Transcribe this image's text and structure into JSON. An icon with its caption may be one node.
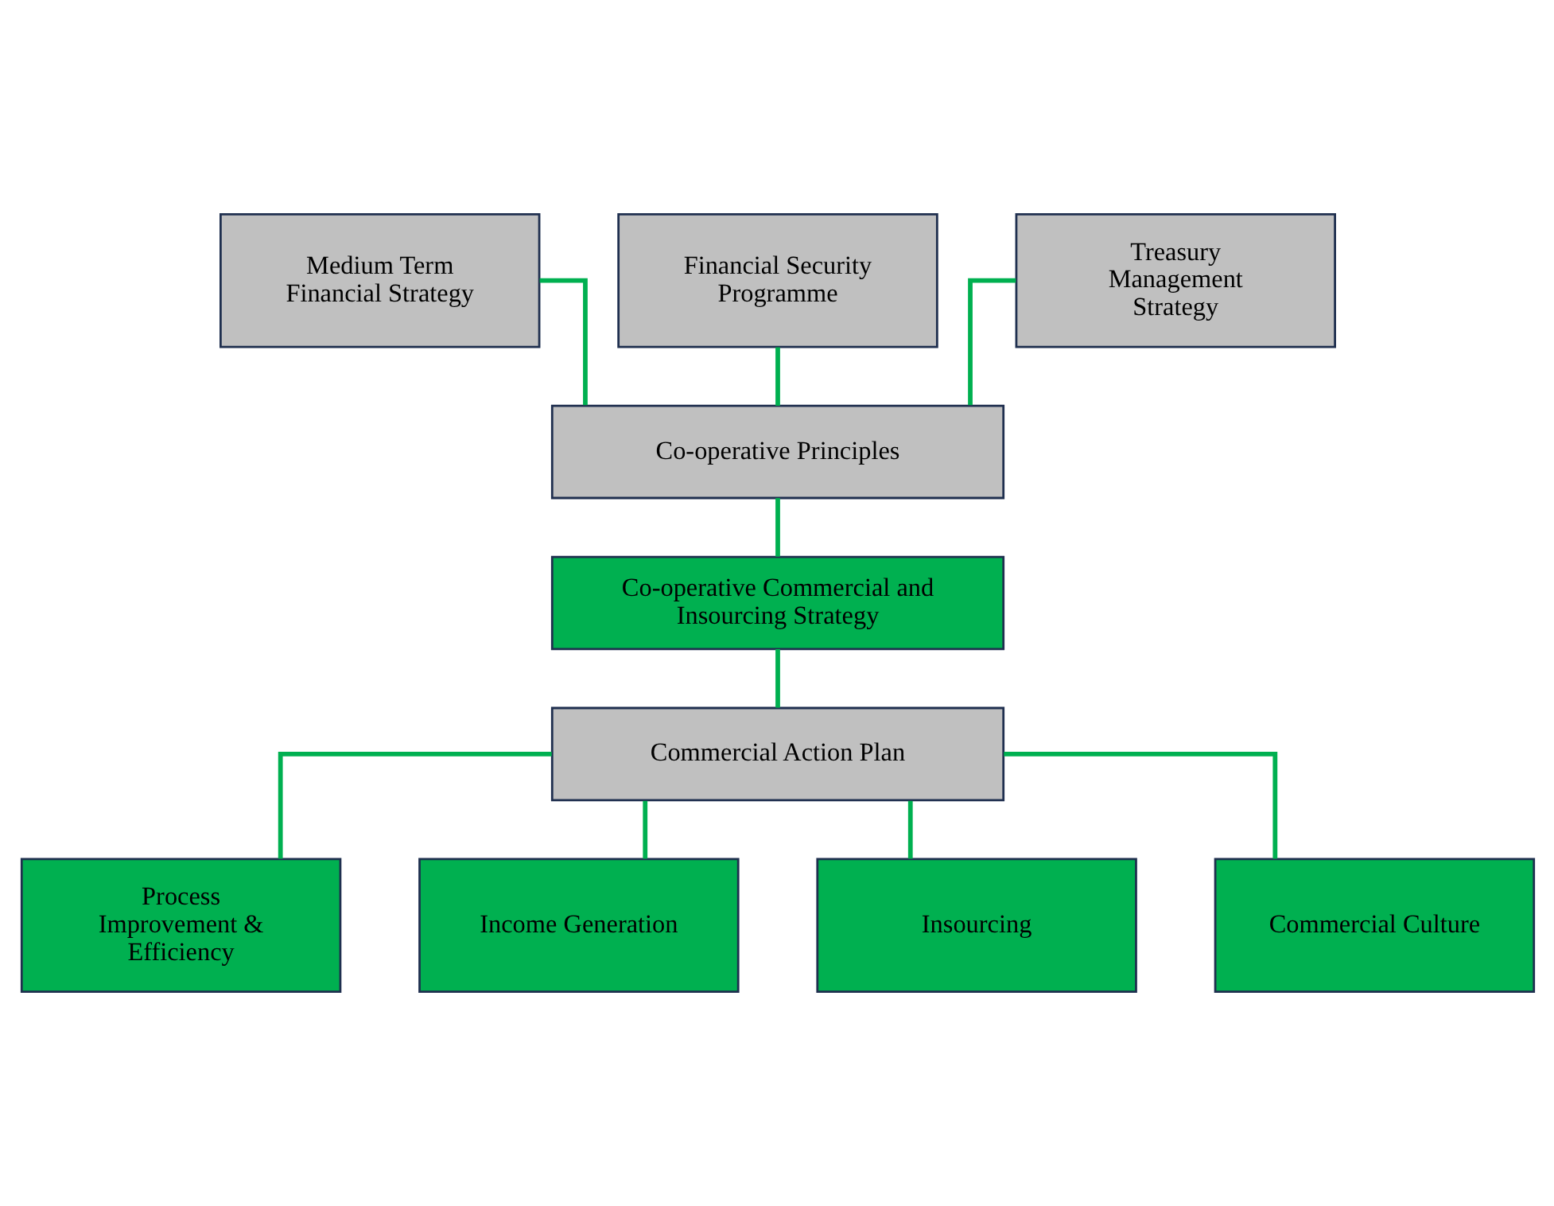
{
  "diagram": {
    "nodes": [
      {
        "text": [
          "Medium Term Financial Strategy"
        ]
      },
      {
        "text": [
          "Financial Security Programme"
        ]
      },
      {
        "text": [
          "Treasury Management Strategy"
        ]
      },
      {
        "text": [
          "Co-operative Principles"
        ]
      },
      {
        "text": [
          "Co-operative Commercial and Insourcing Strategy"
        ]
      },
      {
        "text": [
          "Commercial Action Plan"
        ]
      },
      {
        "text": [
          "Process Improvement & Efficiency"
        ]
      },
      {
        "text": [
          "Income Generation"
        ]
      },
      {
        "text": [
          "Insourcing"
        ]
      },
      {
        "text": [
          "Commercial Culture"
        ]
      }
    ],
    "edges": [
      {
        "from": 0,
        "to": 3,
        "arrow": "none"
      },
      {
        "from": 1,
        "to": 3,
        "arrow": "none"
      },
      {
        "from": 2,
        "to": 3,
        "arrow": "none"
      },
      {
        "from": 3,
        "to": 4,
        "arrow": "none"
      },
      {
        "from": 4,
        "to": 5,
        "arrow": "none"
      },
      {
        "from": 5,
        "to": 6,
        "arrow": "none"
      },
      {
        "from": 5,
        "to": 7,
        "arrow": "none"
      },
      {
        "from": 5,
        "to": 8,
        "arrow": "none"
      },
      {
        "from": 5,
        "to": 9,
        "arrow": "none"
      }
    ]
  }
}
